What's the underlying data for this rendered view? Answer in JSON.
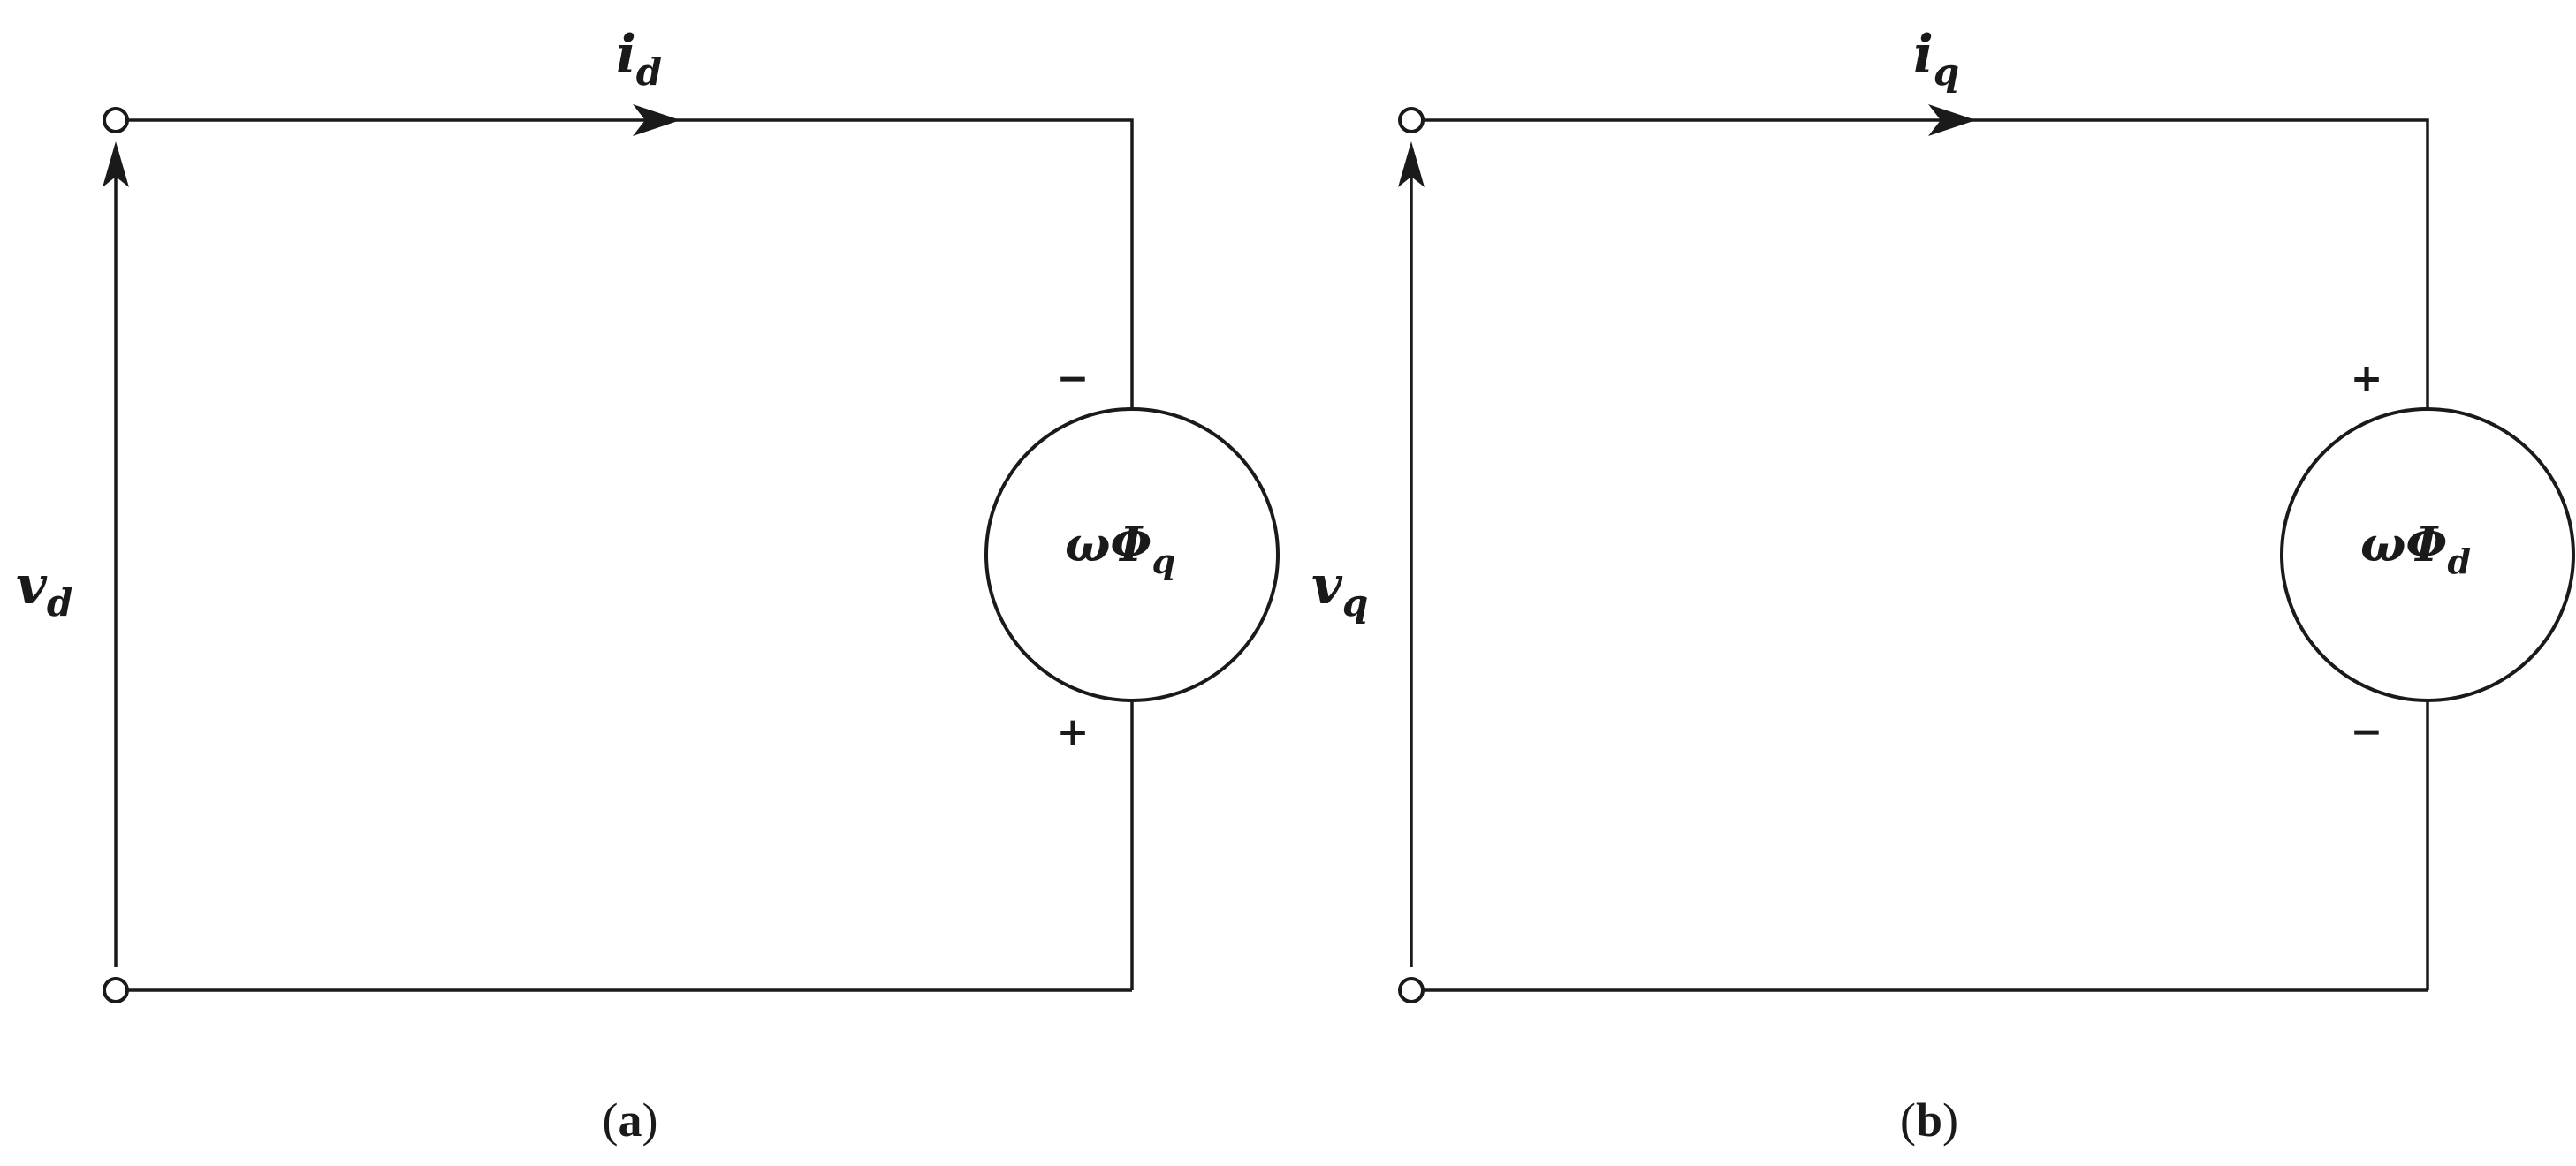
{
  "panel_a": {
    "current_main": "i",
    "current_sub": "d",
    "voltage_main": "v",
    "voltage_sub": "d",
    "source_main": "ωΦ",
    "source_sub": "q",
    "sign_top": "−",
    "sign_bottom": "+",
    "caption_open": "(",
    "caption_letter": "a",
    "caption_close": ")"
  },
  "panel_b": {
    "current_main": "i",
    "current_sub": "q",
    "voltage_main": "v",
    "voltage_sub": "q",
    "source_main": "ωΦ",
    "source_sub": "d",
    "sign_top": "+",
    "sign_bottom": "−",
    "caption_open": "(",
    "caption_letter": "b",
    "caption_close": ")"
  }
}
